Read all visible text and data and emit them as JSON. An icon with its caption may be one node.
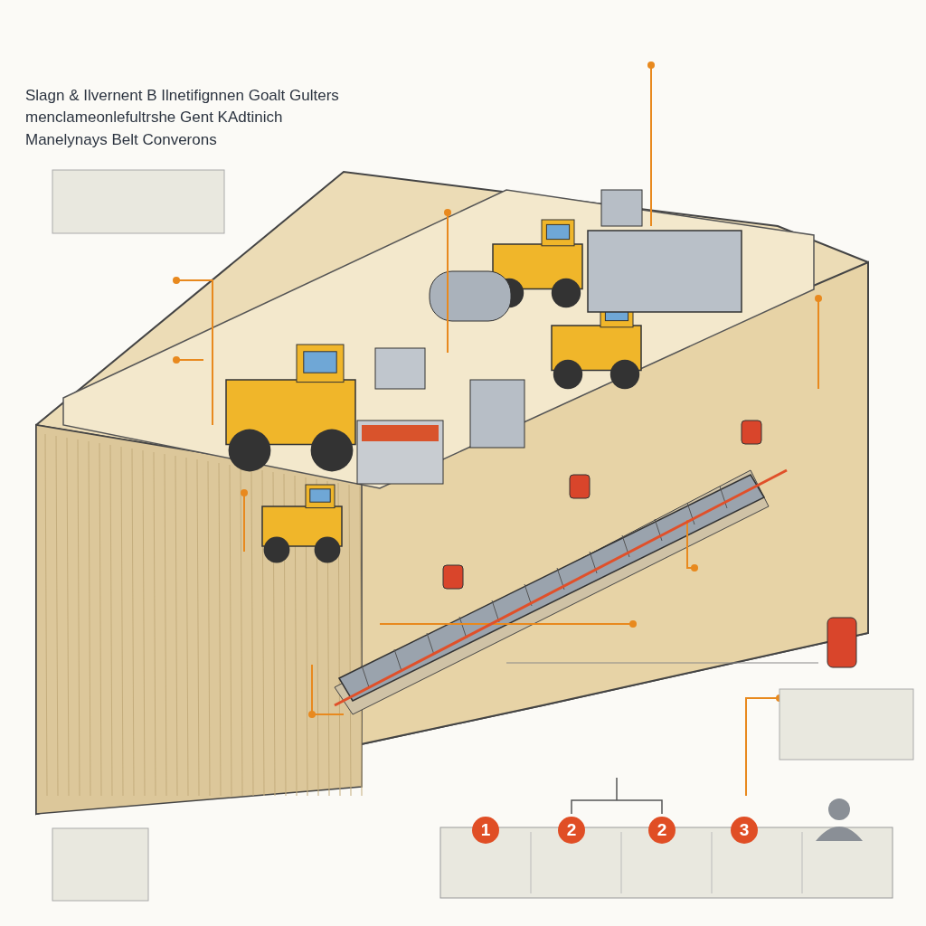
{
  "diagram": {
    "labels": [
      "Slagn & Ilvernent B Ilnetifignnen Goalt Gulters",
      "menclameonlefultrshe Gent KAdtinich",
      "Manelynays Belt Converons",
      "1",
      "2",
      "2",
      "3"
    ]
  }
}
